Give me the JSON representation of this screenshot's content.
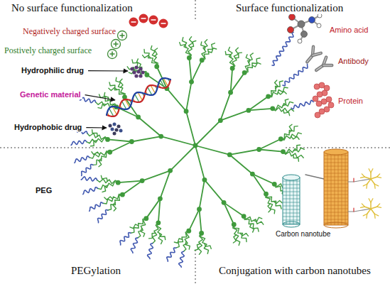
{
  "diagram": {
    "labels": [
      "No surface functionalization",
      "Surface functionalization",
      "Negatively charged surface",
      "Postively charged surface",
      "Hydrophilic drug",
      "Genetic material",
      "Hydrophobic drug",
      "Amino acid",
      "Antibody",
      "Protein",
      "PEG",
      "Carbon nanotube",
      "PEGylation",
      "Conjugation with carbon nanotubes"
    ]
  }
}
